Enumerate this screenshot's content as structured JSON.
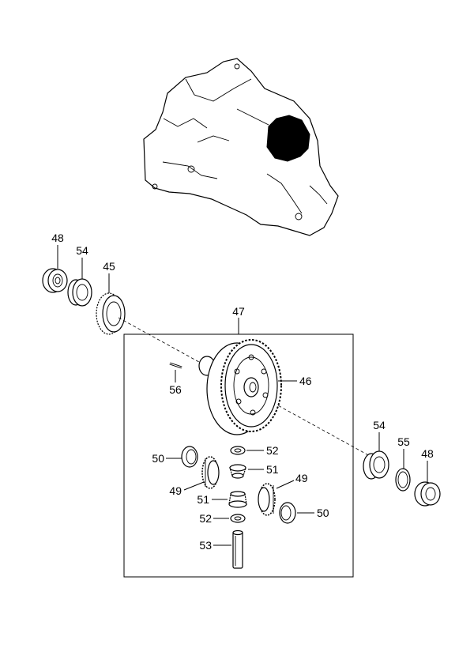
{
  "labels": {
    "l48_left": "48",
    "l54_left": "54",
    "l45": "45",
    "l47": "47",
    "l56": "56",
    "l46": "46",
    "l50_left": "50",
    "l52_top": "52",
    "l51_top": "51",
    "l49_left": "49",
    "l49_right": "49",
    "l51_mid": "51",
    "l50_right": "50",
    "l52_bottom": "52",
    "l53": "53",
    "l54_right": "54",
    "l55": "55",
    "l48_right": "48"
  },
  "colors": {
    "line": "#000000",
    "background": "#ffffff"
  }
}
